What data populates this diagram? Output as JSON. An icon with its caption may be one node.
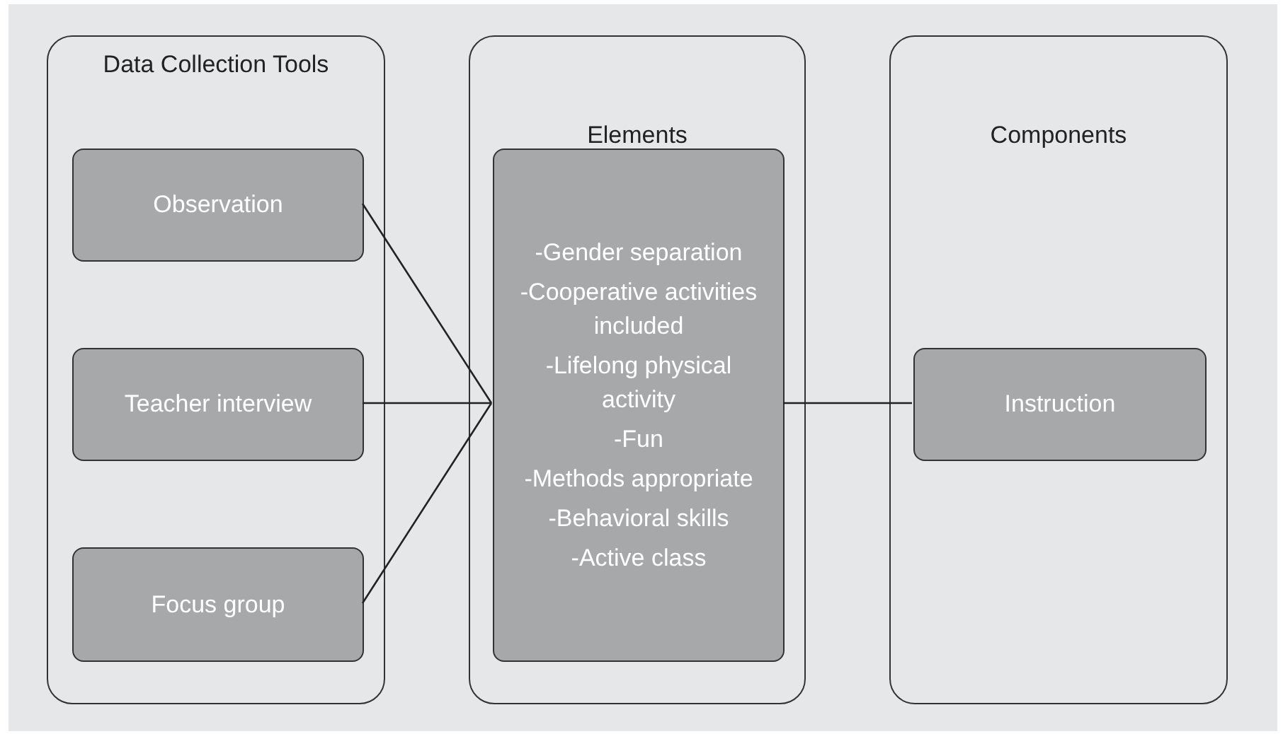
{
  "diagram": {
    "nodes": [
      {
        "text": [
          "Data Collection Tools"
        ]
      },
      {
        "text": [
          "Observation"
        ],
        "in": 0
      },
      {
        "text": [
          "Teacher interview"
        ],
        "in": 0
      },
      {
        "text": [
          "Focus group"
        ],
        "in": 0
      },
      {
        "text": [
          "Elements"
        ]
      },
      {
        "text": [
          "-Gender separation",
          "-Cooperative activities included",
          "-Lifelong physical activity",
          "-Fun",
          "-Methods appropriate",
          "-Behavioral skills",
          "-Active class"
        ],
        "in": 4
      },
      {
        "text": [
          "Components"
        ]
      },
      {
        "text": [
          "Instruction"
        ],
        "in": 6
      }
    ],
    "edges": [
      {
        "from": 1,
        "to": 5,
        "arrow": "none"
      },
      {
        "from": 2,
        "to": 5,
        "arrow": "none"
      },
      {
        "from": 3,
        "to": 5,
        "arrow": "none"
      },
      {
        "from": 5,
        "to": 7,
        "arrow": "none"
      }
    ]
  }
}
